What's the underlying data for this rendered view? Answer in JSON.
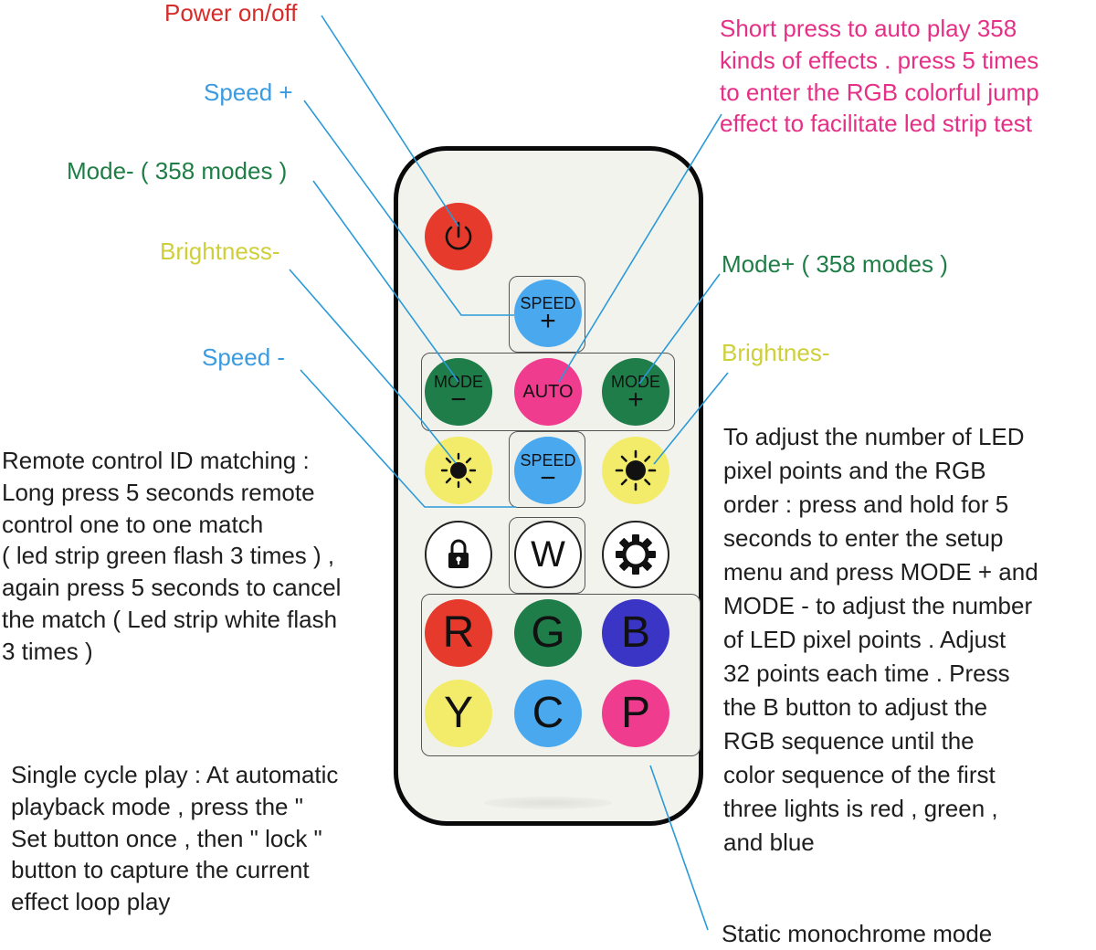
{
  "colors": {
    "red_label": "#d52d2a",
    "blue_label": "#3a9be0",
    "green_label": "#1f7e46",
    "yellow_label": "#cfcf3a",
    "pink_label": "#e62f86",
    "leader_line": "#2a9ad8",
    "btn_power": "#e63a2d",
    "btn_speed": "#4aa9ee",
    "btn_mode": "#1f7d4a",
    "btn_auto": "#ef3c8f",
    "btn_bright": "#f2ec6a",
    "btn_r": "#e63a2d",
    "btn_g": "#1f7d4a",
    "btn_b": "#3b35c6",
    "btn_y": "#f2ec6a",
    "btn_c": "#4aa9ee",
    "btn_p": "#ef3c8f"
  },
  "labels": {
    "power": "Power on/off",
    "speed_plus": "Speed +",
    "mode_minus": "Mode- ( 358 modes )",
    "brightness_minus": "Brightness-",
    "speed_minus": "Speed -",
    "mode_plus": "Mode+ ( 358 modes )",
    "brightness_plus": "Brightnes-",
    "static_mode": "Static monochrome mode"
  },
  "descriptions": {
    "auto_play": "Short press to auto play 358\nkinds of effects . press 5 times\nto enter the RGB colorful jump\neffect to facilitate led strip test",
    "id_matching": "Remote control ID matching :\nLong press 5 seconds remote\ncontrol one to one match\n( led strip green flash 3 times ) ,\nagain press 5 seconds to cancel\nthe match ( Led strip white flash\n3 times )",
    "setup": "To adjust the number of LED\npixel points and the RGB\norder : press and hold for 5\nseconds to enter the setup\nmenu and press MODE + and\nMODE - to adjust the number\nof LED pixel points . Adjust\n32 points each time . Press\nthe B button to adjust the\nRGB sequence until the\ncolor sequence of the first\nthree lights is red , green ,\nand blue",
    "single_cycle": "Single cycle play : At automatic\nplayback mode , press the \"\nSet button once , then \" lock \"\nbutton to capture the current\neffect loop play"
  },
  "remote": {
    "speed_up": {
      "text": "SPEED",
      "symbol": "+"
    },
    "mode_down": {
      "text": "MODE",
      "symbol": "−"
    },
    "auto": {
      "text": "AUTO"
    },
    "mode_up": {
      "text": "MODE",
      "symbol": "+"
    },
    "speed_down": {
      "text": "SPEED",
      "symbol": "−"
    },
    "white": {
      "text": "W"
    },
    "colors": {
      "r": "R",
      "g": "G",
      "b": "B",
      "y": "Y",
      "c": "C",
      "p": "P"
    },
    "icons": {
      "power": "power-icon",
      "brightness": "sun-icon",
      "lock": "lock-icon",
      "settings": "gear-icon"
    }
  }
}
